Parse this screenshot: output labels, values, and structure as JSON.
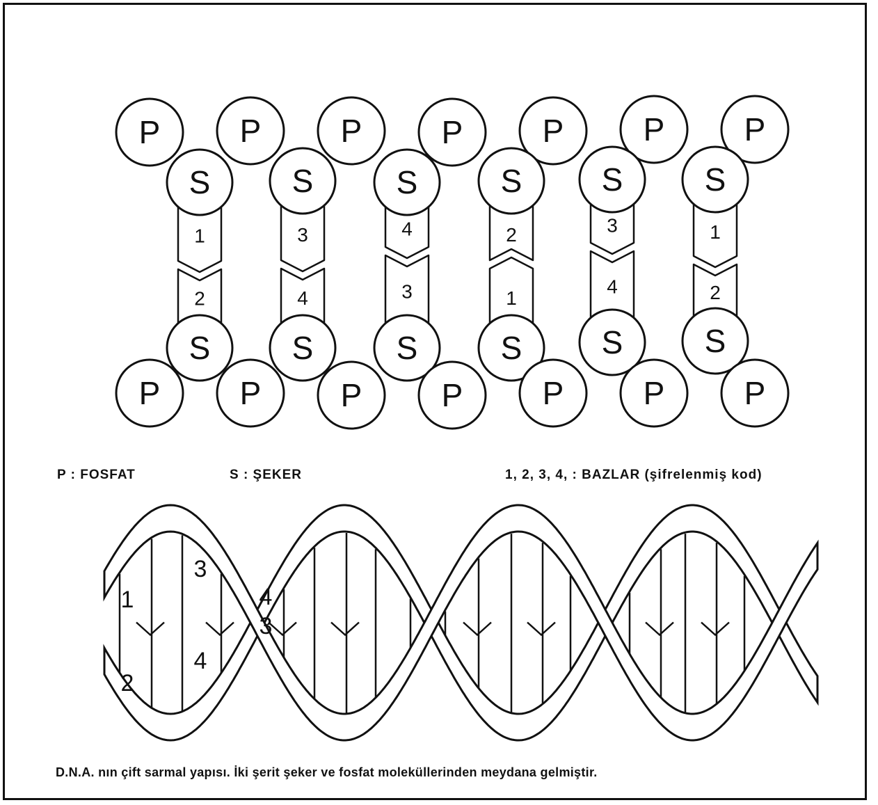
{
  "ladder": {
    "top_phosphate_label": "P",
    "top_sugar_label": "S",
    "bottom_sugar_label": "S",
    "bottom_phosphate_label": "P",
    "base_pairs": [
      {
        "top": "1",
        "bottom": "2"
      },
      {
        "top": "3",
        "bottom": "4"
      },
      {
        "top": "4",
        "bottom": "3"
      },
      {
        "top": "2",
        "bottom": "1"
      },
      {
        "top": "3",
        "bottom": "4"
      },
      {
        "top": "1",
        "bottom": "2"
      }
    ]
  },
  "legend": {
    "phosphate": "P : FOSFAT",
    "sugar": "S : ŞEKER",
    "bases": "1, 2, 3, 4, : BAZLAR (şifrelenmiş kod)"
  },
  "helix": {
    "labels": [
      "1",
      "2",
      "3",
      "4",
      "4",
      "3"
    ]
  },
  "caption": "D.N.A. nın çift sarmal yapısı. İki şerit şeker ve fosfat moleküllerinden meydana gelmiştir."
}
